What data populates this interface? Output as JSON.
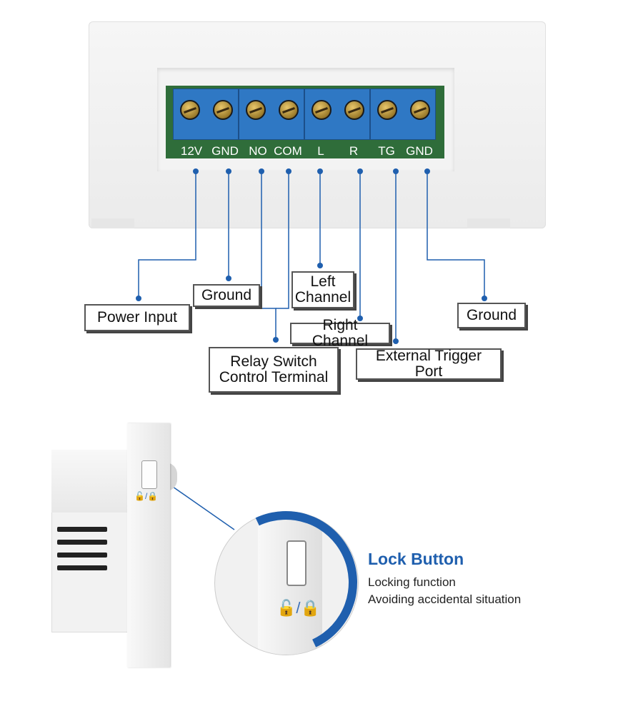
{
  "pins": [
    "12V",
    "GND",
    "NO",
    "COM",
    "L",
    "R",
    "TG",
    "GND"
  ],
  "callouts": {
    "power_input": "Power Input",
    "ground_left": "Ground",
    "left_channel_1": "Left",
    "left_channel_2": "Channel",
    "right_channel": "Right Channel",
    "relay_1": "Relay Switch",
    "relay_2": "Control Terminal",
    "external_trigger": "External Trigger Port",
    "ground_right": "Ground"
  },
  "lock": {
    "title": "Lock Button",
    "line1": "Locking function",
    "line2": "Avoiding accidental situation",
    "icons": "🔓/🔒"
  },
  "colors": {
    "accent": "#1f5fae",
    "terminal": "#2f78c4",
    "pcb": "#2f6d3a"
  }
}
